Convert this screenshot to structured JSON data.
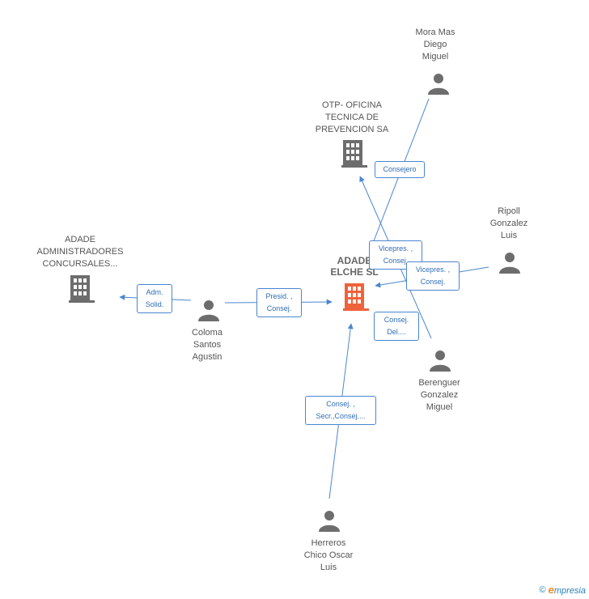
{
  "center": {
    "lines": [
      "ADADE",
      "ELCHE SL"
    ]
  },
  "nodes": {
    "mora": {
      "lines": [
        "Mora Mas",
        "Diego",
        "Miguel"
      ]
    },
    "otp": {
      "lines": [
        "OTP- OFICINA",
        "TECNICA DE",
        "PREVENCION SA"
      ]
    },
    "ripoll": {
      "lines": [
        "Ripoll",
        "Gonzalez",
        "Luis"
      ]
    },
    "adade_admin": {
      "lines": [
        "ADADE",
        "ADMINISTRADORES",
        "CONCURSALES..."
      ]
    },
    "coloma": {
      "lines": [
        "Coloma",
        "Santos",
        "Agustin"
      ]
    },
    "berenguer": {
      "lines": [
        "Berenguer",
        "Gonzalez",
        "Miguel"
      ]
    },
    "herreros": {
      "lines": [
        "Herreros",
        "Chico Oscar",
        "Luis"
      ]
    }
  },
  "edges": {
    "consejero": {
      "lines": [
        "Consejero"
      ]
    },
    "mora_center": {
      "lines": [
        "Vicepres. ,",
        "Consej."
      ]
    },
    "ripoll_center": {
      "lines": [
        "Vicepres. ,",
        "Consej."
      ]
    },
    "adm_solid": {
      "lines": [
        "Adm.",
        "Solid."
      ]
    },
    "presid": {
      "lines": [
        "Presid. ,",
        "Consej."
      ]
    },
    "berenguer_center": {
      "lines": [
        "Consej.",
        "Del...."
      ]
    },
    "herreros_center": {
      "lines": [
        "Consej. ,",
        "Secr.,Consej...."
      ]
    }
  },
  "footer": {
    "copyright": "©",
    "brand_e": "e",
    "brand_rest": "mpresia"
  },
  "colors": {
    "edge": "#4a86cf",
    "person": "#6d6d6d",
    "company": "#6d6d6d",
    "center": "#f0623a"
  }
}
